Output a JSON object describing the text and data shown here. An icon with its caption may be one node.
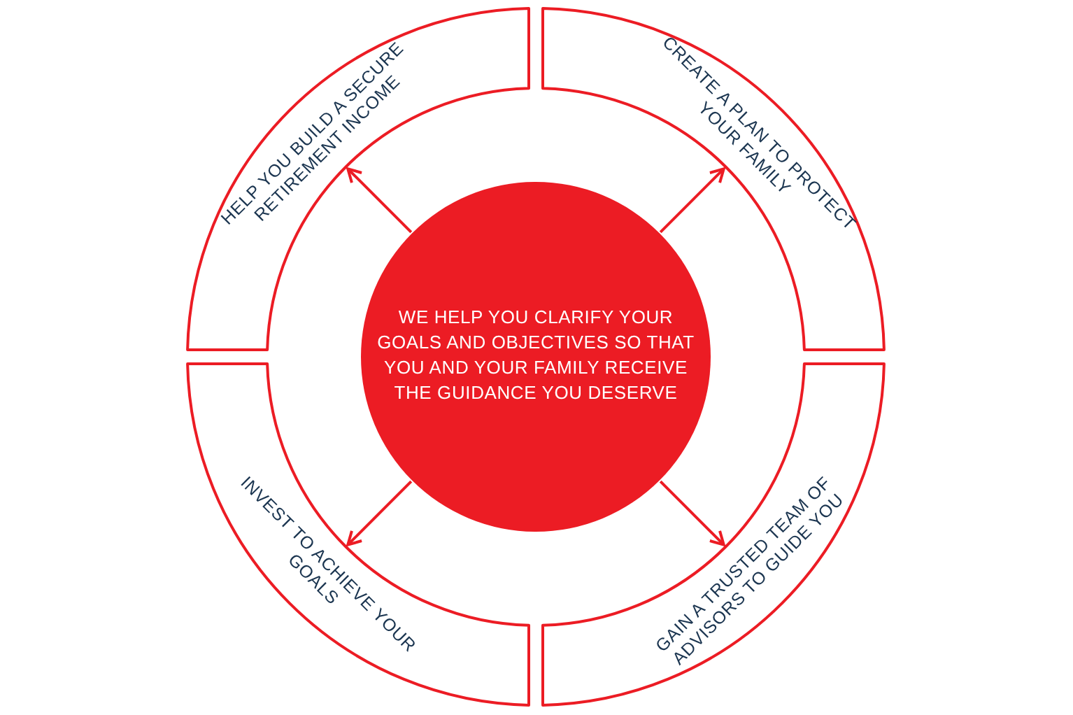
{
  "diagram": {
    "nodes": [
      {
        "text": [
          "WE HELP YOU CLARIFY YOUR GOALS AND OBJECTIVES SO THAT YOU AND YOUR FAMILY RECEIVE THE GUIDANCE YOU DESERVE"
        ]
      },
      {
        "text": [
          "HELP YOU BUILD A SECURE RETIREMENT INCOME"
        ]
      },
      {
        "text": [
          "CREATE A PLAN TO PROTECT YOUR FAMILY"
        ]
      },
      {
        "text": [
          "INVEST TO ACHIEVE YOUR GOALS"
        ]
      },
      {
        "text": [
          "GAIN A TRUSTED TEAM OF ADVISORS TO GUIDE YOU"
        ]
      }
    ],
    "edges": [
      {
        "from": 0,
        "to": 1,
        "arrow": "to"
      },
      {
        "from": 0,
        "to": 2,
        "arrow": "to"
      },
      {
        "from": 0,
        "to": 3,
        "arrow": "to"
      },
      {
        "from": 0,
        "to": 4,
        "arrow": "to"
      }
    ]
  }
}
